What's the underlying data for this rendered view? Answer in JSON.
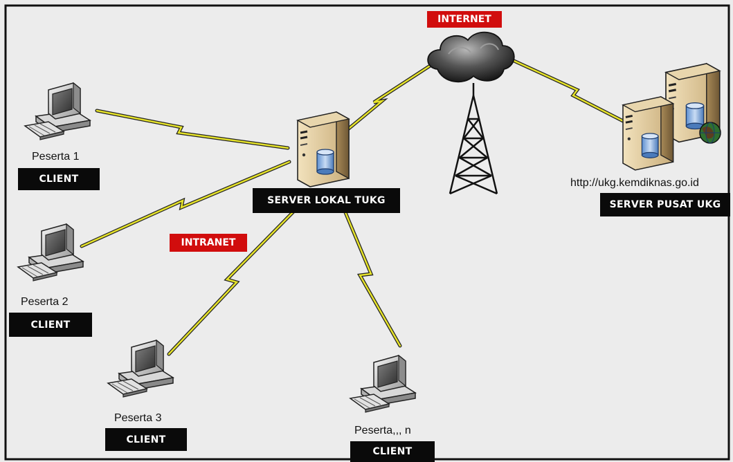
{
  "network_labels": {
    "internet": "INTERNET",
    "intranet": "INTRANET"
  },
  "local_server": {
    "label": "SERVER LOKAL TUKG"
  },
  "central_server": {
    "url": "http://ukg.kemdiknas.go.id",
    "label": "SERVER PUSAT UKG"
  },
  "clients": [
    {
      "name": "Peserta 1",
      "role": "CLIENT"
    },
    {
      "name": "Peserta 2",
      "role": "CLIENT"
    },
    {
      "name": "Peserta 3",
      "role": "CLIENT"
    },
    {
      "name": "Peserta,,, n",
      "role": "CLIENT"
    }
  ],
  "colors": {
    "background": "#ececec",
    "label_background": "#0a0a0a",
    "network_tag": "#d10d0d",
    "link": "#e6e32a",
    "link_outline": "#2a2a2a",
    "server_body": "#c9ad7a"
  }
}
